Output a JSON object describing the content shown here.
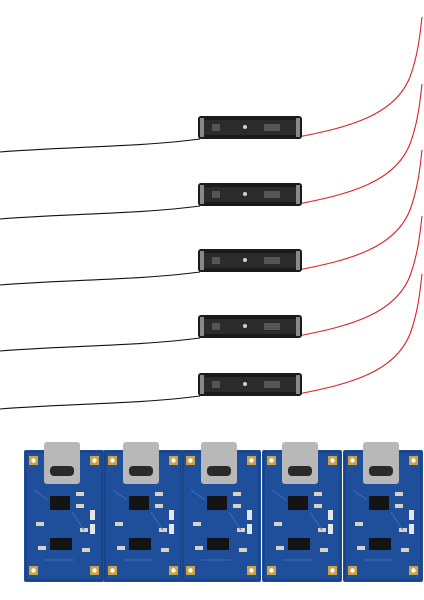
{
  "colors": {
    "background": "#ffffff",
    "red_wire": "#d8232a",
    "black_wire": "#111111",
    "holder_body": "#1a1a1a",
    "pcb_blue": "#1f4f9a",
    "pcb_dark": "#163c78",
    "pad_gold": "#c9a24a",
    "usb_metal": "#b8b8b8"
  },
  "scene": {
    "battery_holders": [
      {
        "name": "battery-holder-1"
      },
      {
        "name": "battery-holder-2"
      },
      {
        "name": "battery-holder-3"
      },
      {
        "name": "battery-holder-4"
      },
      {
        "name": "battery-holder-5"
      }
    ],
    "charger_boards": [
      {
        "name": "charger-board-1"
      },
      {
        "name": "charger-board-2"
      },
      {
        "name": "charger-board-3"
      },
      {
        "name": "charger-board-4"
      },
      {
        "name": "charger-board-5"
      }
    ]
  }
}
